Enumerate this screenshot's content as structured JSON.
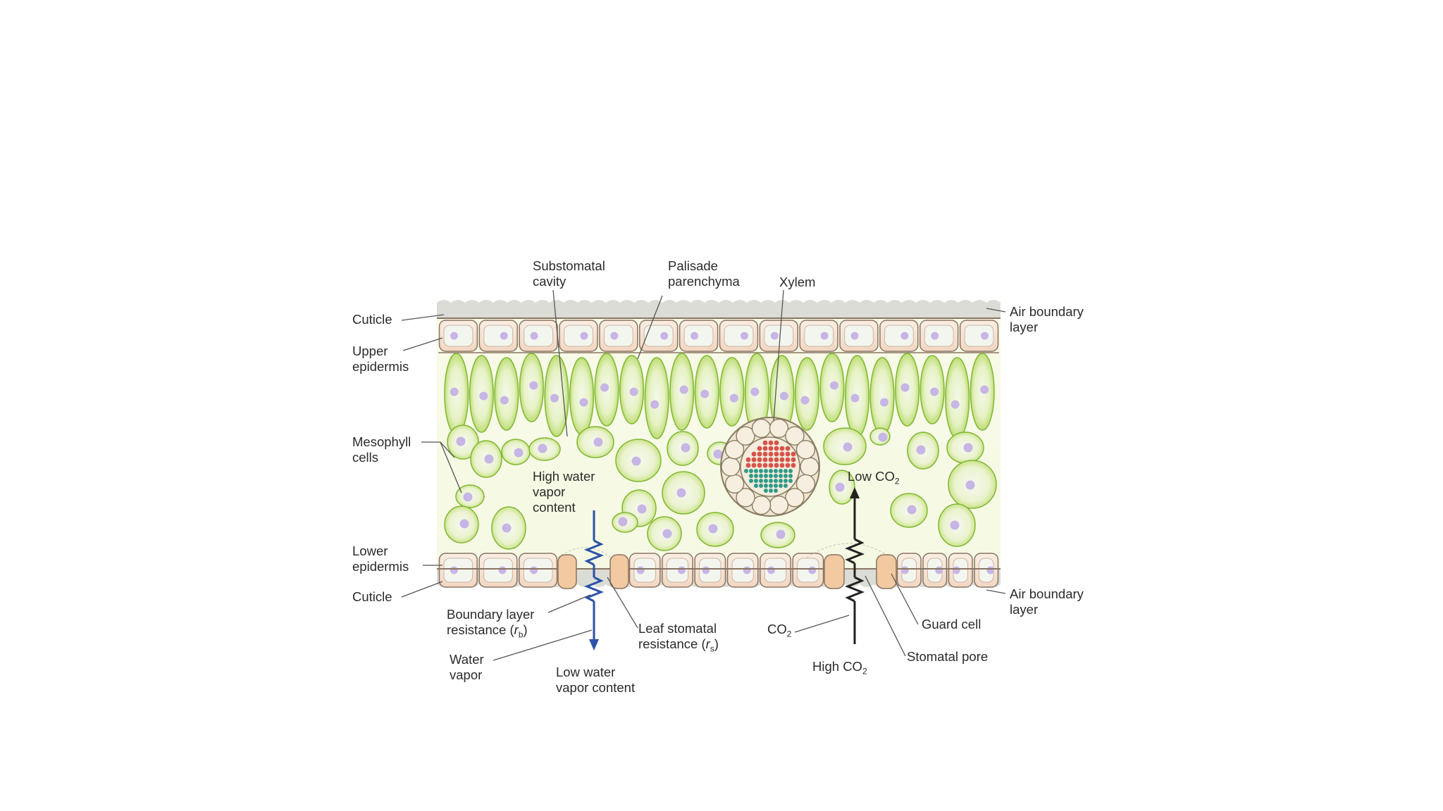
{
  "labels": {
    "cuticle_top": "Cuticle",
    "upper_epidermis": [
      "Upper",
      "epidermis"
    ],
    "mesophyll": [
      "Mesophyll",
      "cells"
    ],
    "lower_epidermis": [
      "Lower",
      "epidermis"
    ],
    "cuticle_bottom": "Cuticle",
    "substomatal": [
      "Substomatal",
      "cavity"
    ],
    "palisade": [
      "Palisade",
      "parenchyma"
    ],
    "xylem": "Xylem",
    "air_boundary_top": [
      "Air boundary",
      "layer"
    ],
    "air_boundary_bottom": [
      "Air boundary",
      "layer"
    ],
    "high_water": [
      "High water",
      "vapor",
      "content"
    ],
    "low_co2": "Low CO",
    "low_co2_sub": "2",
    "boundary_resistance": [
      "Boundary layer",
      "resistance ("
    ],
    "boundary_resistance_sym": "r",
    "boundary_resistance_sub": "b",
    "boundary_resistance_close": ")",
    "stomatal_resistance": [
      "Leaf stomatal",
      "resistance ("
    ],
    "stomatal_resistance_sym": "r",
    "stomatal_resistance_sub": "s",
    "stomatal_resistance_close": ")",
    "co2": "CO",
    "co2_sub": "2",
    "guard_cell": "Guard cell",
    "stomatal_pore": "Stomatal pore",
    "water_vapor": [
      "Water",
      "vapor"
    ],
    "low_water": [
      "Low water",
      "vapor content"
    ],
    "high_co2": "High CO",
    "high_co2_sub": "2"
  },
  "colors": {
    "palisade_fill": "#c7e56b",
    "palisade_edge": "#7fb832",
    "cell_interior": "#f3f6ee",
    "nucleus": "#c7b5e6",
    "epidermis_fill": "#f6dcc8",
    "epidermis_edge": "#8a7462",
    "water_arrow": "#2a52a8",
    "co2_arrow": "#222222",
    "xylem_red": "#d8534a",
    "phloem_teal": "#2f9a88"
  }
}
